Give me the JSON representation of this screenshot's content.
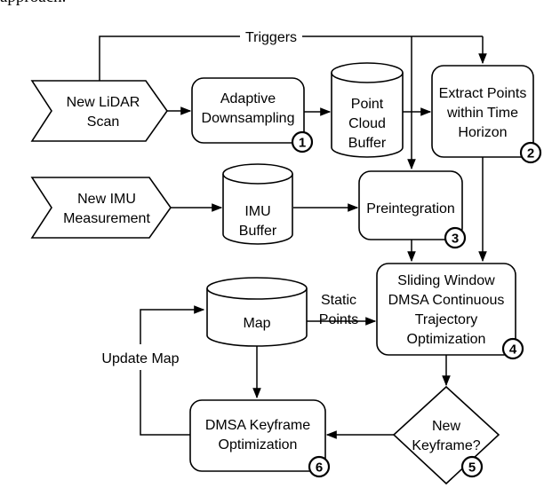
{
  "top_text": "approach.",
  "nodes": {
    "lidar_scan": "New LiDAR|Scan",
    "imu_measurement": "New IMU|Measurement",
    "adaptive_downsampling": "Adaptive|Downsampling",
    "point_cloud_buffer": "Point|Cloud|Buffer",
    "extract_points": "Extract Points|within Time|Horizon",
    "imu_buffer": "IMU|Buffer",
    "preintegration": "Preintegration",
    "sliding_window": "Sliding Window|DMSA Continuous|Trajectory|Optimization",
    "map": "Map",
    "keyframe_optimization": "DMSA Keyframe|Optimization",
    "new_keyframe": "New|Keyframe?"
  },
  "badges": {
    "adaptive_downsampling": "1",
    "extract_points": "2",
    "preintegration": "3",
    "sliding_window": "4",
    "new_keyframe": "5",
    "keyframe_optimization": "6"
  },
  "edge_labels": {
    "triggers": "Triggers",
    "static_points": "Static|Points",
    "update_map": "Update Map"
  }
}
